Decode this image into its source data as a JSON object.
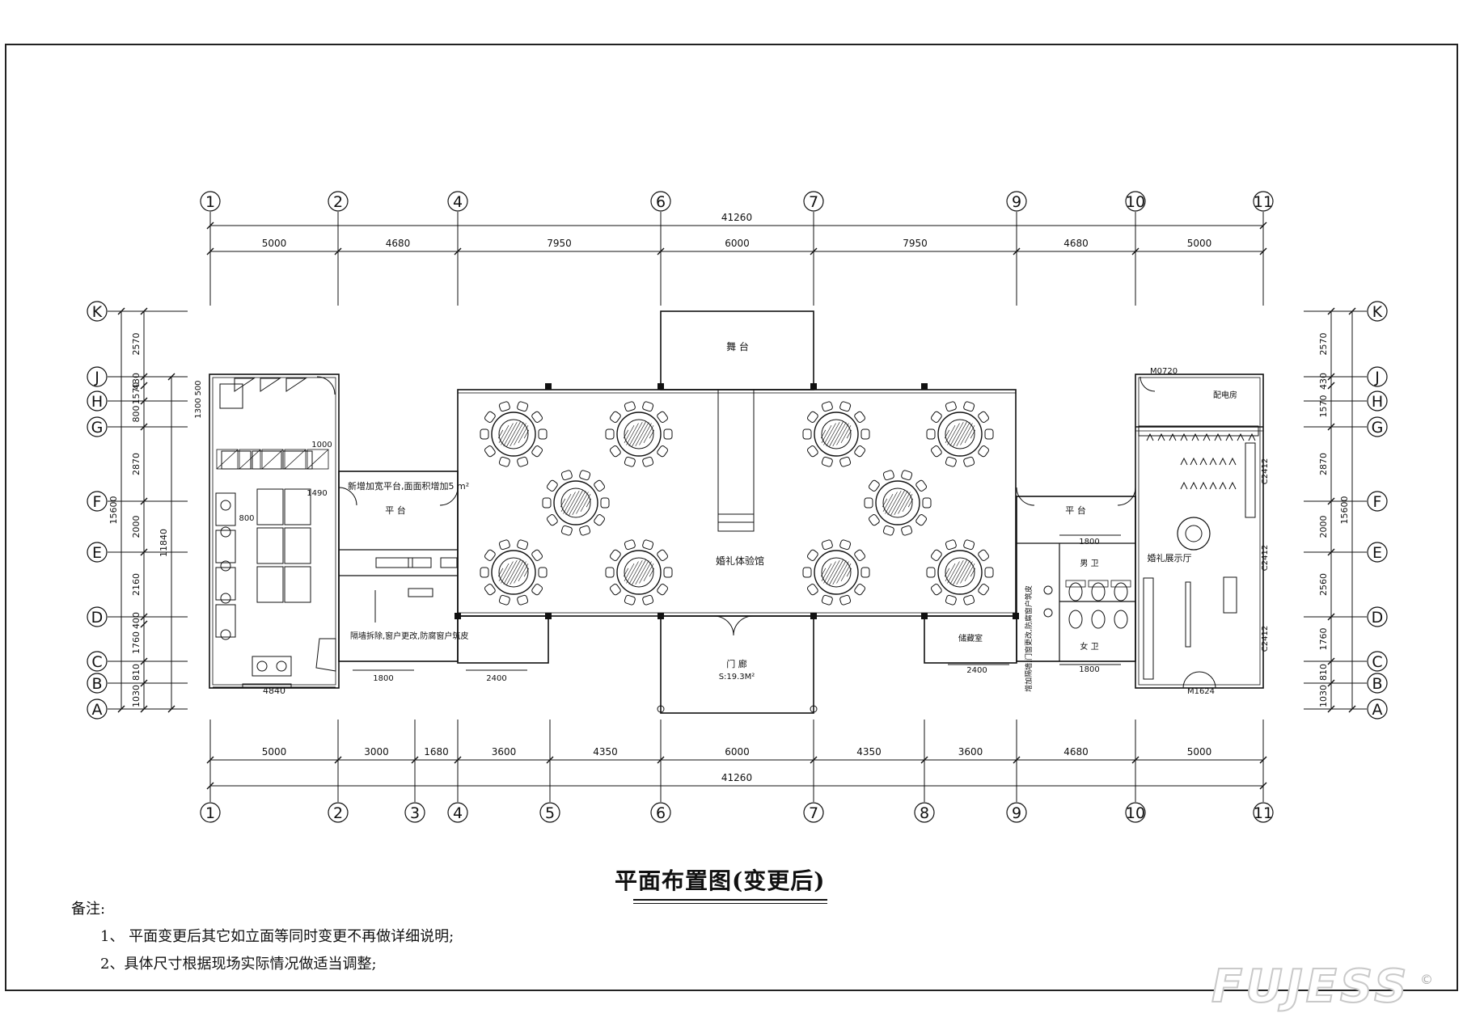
{
  "title": "平面布置图(变更后)",
  "notes": {
    "heading": "备注:",
    "items": [
      "1、 平面变更后其它如立面等同时变更不再做详细说明;",
      "2、具体尺寸根据现场实际情况做适当调整;"
    ]
  },
  "watermark": {
    "text": "FUJESS",
    "mark": "©"
  },
  "grid": {
    "top_axes": [
      "1",
      "2",
      "4",
      "6",
      "7",
      "9",
      "10",
      "11"
    ],
    "bottom_axes": [
      "1",
      "2",
      "3",
      "4",
      "5",
      "6",
      "7",
      "8",
      "9",
      "10",
      "11"
    ],
    "rows": [
      "K",
      "J",
      "H",
      "G",
      "F",
      "E",
      "D",
      "C",
      "B",
      "A"
    ]
  },
  "dims": {
    "overall": "41260",
    "top": [
      "5000",
      "4680",
      "7950",
      "6000",
      "7950",
      "4680",
      "5000"
    ],
    "bottom": [
      "5000",
      "3000",
      "1680",
      "3600",
      "4350",
      "6000",
      "4350",
      "3600",
      "4680",
      "5000"
    ],
    "left_rows": [
      "2570",
      "430",
      "1570",
      "800",
      "2870",
      "2000",
      "2160",
      "400",
      "1760",
      "810",
      "1030"
    ],
    "right_rows": [
      "2570",
      "430",
      "1570",
      "2870",
      "2000",
      "2560",
      "1760",
      "810",
      "1030"
    ],
    "left_total": "15600",
    "left_inner": "11840",
    "right_total": "15600",
    "misc": [
      "500",
      "1300",
      "1000",
      "1490",
      "800",
      "4840",
      "1800",
      "2400",
      "2400",
      "1800",
      "1800"
    ]
  },
  "rooms": {
    "stage": "舞 台",
    "hall": "婚礼体验馆",
    "lobby": "门 廊",
    "lobby_area": "S:19.3M²",
    "platform_left": "平 台",
    "platform_right": "平 台",
    "note_platform": "新增加宽平台,面面积增加5 m²",
    "note_wall": "隔墙拆除,窗户更改,防腐窗户筑皮",
    "storage": "储藏室",
    "toilet_m": "男 卫",
    "toilet_f": "女 卫",
    "dist": "配电房",
    "showroom": "婚礼展示厅",
    "door_m0720": "M0720",
    "door_m1624": "M1624",
    "win_c2412": "C2412",
    "note_toilet": "增加隔墙,门窗更改,防腐窗户筑皮"
  },
  "colors": {
    "line": "#111111",
    "hatch": "#333333"
  }
}
